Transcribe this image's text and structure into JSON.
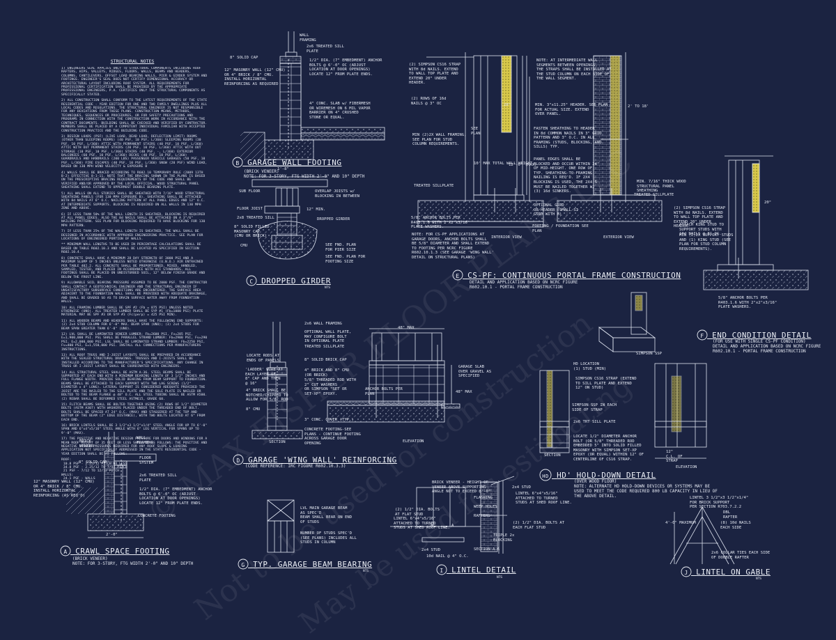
{
  "notes": {
    "title": "STRUCTURAL NOTES",
    "paragraphs": [
      "1) ENGINEERS SEAL APPLIES ONLY TO STRUCTURAL COMPONENTS INCLUDING ROOF RAFTERS, HIPS, VALLEYS, RIDGES, FLOORS, WALLS, BEAMS AND HEADERS, COLUMNS, CANTILEVERS, OFFSET LOAD BEARING WALLS, PIER & GIRDER SYSTEM AND FOOTINGS. ENGINEER'S SEAL DOES NOT CERTIFY DIMENSIONAL ACCURACY OR ARCHITECTURAL LAYOUT INCLUDING ROOF SYSTEM. ALL REQUIREMENTS FOR PROFESSIONAL CERTIFICATION SHALL BE PROVIDED BY THE APPROPRIATE PROFESSIONAL ENGINEERS, P.A. CERTIFIES ONLY THE STRUCTURAL COMPONENTS AS SPECIFICALLY STATED.",
      "2) ALL CONSTRUCTION SHALL CONFORM TO THE LATEST REQUIREMENTS OF THE STATE RESIDENTIAL CODE - YEAR EDITION FOR ONE AND TWO FAMILY DWELLINGS PLUS ALL LOCAL CODES AND REGULATIONS. THE STRUCTURAL ENGINEER IS NOT RESPONSIBLE FOR ANY DEVIATIONS FROM THESE PLANS. CONSTRUCTION MEANS, METHODS, TECHNIQUES, SEQUENCES OR PROCEDURES, OR FOR SAFETY PRECAUTIONS AND PROGRAMS IN CONNECTION WITH THE CONSTRUCTION WORK IN ACCORDANCE WITH THE CONTRACT DOCUMENTS. BUILDING SHALL BE CHECKED AND VERIFIED BY CONTRACTOR. MEMBERS SHALL BE PLACED BY A COMPETENT INDIVIDUAL FAMILIAR WITH ACCEPTED CONSTRUCTION PRACTICE AND THE BUILDING CODE.",
      "3) DESIGN LOADS (PSF) (LIVE LOAD, DEAD LOAD, DEFLECTION LIMIT) ROOMS (OTHER THAN SLEEPING ROOMS) (40 PSF, 10 PSF, L/360) SLEEPING ROOMS (30 PSF, 10 PSF, L/360) ATTIC WITH PERMANENT STAIRS (40 PSF, 10 PSF, L/360) ATTIC WITH OUT PERMANENT STAIRS (20 PSF, 10 PSF, L/360) ATTIC WITH OUT STORAGE (10 PSF, 10 PSF, L/360) STAIRS (40 PSF, -, L/360) EXTERIOR BALCONIES (60 PSF, 10 PSF, L/360) DECKS (40 PSF, 10 PSF, L/360) GUARDRAILS AND HANDRAILS (200 LBS) PASSENGER VEHICLE GARAGES (50 PSF, 10 PSF, L/360) FIRE ESCAPES (40 PSF, 10 PSF, L/360) SNOW (20 PSF) WIND LOAD, BASED ON 130 MPH WIND VELOCITY & EXPOSURE B",
      "4) WALLS SHALL BE BRACED ACCORDING TO R602.10 TEMPORARY RULE (2009 13TH B-2) EFFECTIVE 8-1-11. NOTE THAT THE BRACING SHOWN IN THE PLANS IS BASED ON THE PRESCRIPTIVE BRACING REQUIREMENTS OF THE CODE AND SHALL BE VERIFIED AND/OR APPROVED BY THE LOCAL OFFICIAL. WOOD STRUCTURAL PANEL SHEATHING SHALL EXTEND TO UPPERMOST DOUBLE BEARING PLATE.",
      "5) ALL WALLS ON ALL STORIES SHALL BE SHEATHED WITH 7/16\" WOOD STRUCTURAL SHEATHING PANELS (FOR 130 MPH EXPOSURE B). SHEATHING SHALL BE ATTACHED WITH 8d NAILS AT 6\" O.C. NAILING PATTERN AT ALL PANEL EDGES AND 12\" O.C. AT INTERMEDIATE SUPPORTS. BLOCKING IS REQUIRED ON ALL WALLS IN 130 MPH ZONE AND ABOVE.",
      "6) IF LESS THAN 50% OF THE WALL LENGTH IS SHEATHED, BLOCKING IS REQUIRED AT ALL PANEL EDGES. ALSO THE 8d NAILS SHALL BE ATTACHED ON A 3\"/6\" NAILING PATTERN. SEE PLAN FOR BLOCKING REQUIRED TO HAVE BLOCKING FOR 130 MPH PATTERN.",
      "7) IF LESS THAN 25% OF THE WALL LENGTH IS SHEATHED, THE WALL SHALL BE DESIGNED IN ACCORDANCE WITH APPROVED ENGINEERING PRACTICE. SEE PLAN FOR LOCATIONS OF ENGINEERED PORTION OF WALLS.",
      "** MINIMUM WALL LENGTHS TO BE USED IN PERCENTAGE CALCULATIONS SHALL BE BASED ON TABLE R602.10.3 AND SHALL BE LOCATED AS SPECIFIED IN SECTION R602.10.4.",
      "8) CONCRETE SHALL HAVE A MINIMUM 28 DAY STRENGTH OF 3000 PSI AND A MAXIMUM SLUMP OF 5 INCHES UNLESS NOTED OTHERWISE (U.N.O.) AIR ENTRAINED PER TABLE 402.2. ALL CONCRETE SHALL BE PROPORTIONED, MIXED, HANDLED, SAMPLED, TESTED, AND PLACED IN ACCORDANCE WITH ACI STANDARDS. ALL FOOTINGS SHALL BE PLACED ON UNDISTURBED SOIL, 12\" BELOW FINISH GRADE AND BELOW THE FROST LINE.",
      "9) ALLOWABLE SOIL BEARING PRESSURE ASSUMED TO BE 2000 PSF. THE CONTRACTOR SHALL CONTACT A GEOTECHNICAL ENGINEER AND THE STRUCTURAL ENGINEER IF UNSATISFACTORY SUBSURFACE CONDITIONS ARE ENCOUNTERED. THE SURFACE AREA ADJACENT TO THE FOUNDATION WALL SHALL BE PROVIDED WITH ADEQUATE DRAINAGE, AND SHALL BE GRADED SO AS TO DRAIN SURFACE WATER AWAY FROM FOUNDATION WALLS.",
      "10) ALL FRAMING LUMBER SHALL BE SPF #2 (Fb = 875 PSI) UNLESS NOTED OTHERWISE (UNO). ALL TREATED LUMBER SHALL BE SYP #1 (Fb=1000 PSI) PLATE MATERIAL MAY BE SPF #3 OR SYP #3 (Fc(perp) = 425 PSI MIN).",
      "11) ALL WOODEN BEAMS AND HEADERS SHALL HAVE THE FOLLOWING END SUPPORTS: (2) 2x4 STUD COLUMN FOR 6'-0\" MAX. BEAM SPAN (UNO); (3) 2x4 STUDS FOR BEAM SPAN GREATER THAN 6'-0\" (UNO).",
      "12) LVL SHALL BE LAMINATED VENEER LUMBER: Fb=2600 PSI, Fv=285 PSI, E=1,900,000 PSI. PSL SHALL BE PARALLEL STRAND LUMBER: Fb=2900 PSI, Fv=290 PSI, E=2,000,000 PSI. LSL SHALL BE LAMINATED STRAND LUMBER: Fb=2250 PSI, Fv=400 PSI, E=1,550,000 PSI. INSTALL ALL CONNECTIONS PER MANUFACTURERS INSTRUCTIONS.",
      "13) ALL ROOF TRUSS AND I-JOIST LAYOUTS SHALL BE PREPARED IN ACCORDANCE WITH THE SEALED STRUCTURAL DRAWINGS. TRUSSES AND I-JOISTS SHALL BE INSTALLED ACCORDING TO THE MANUFACTURER'S SPECIFICATIONS. ANY CHANGE IN TRUSS OR I-JOIST LAYOUT SHALL BE COORDINATED WITH ENGINEERS.",
      "14) ALL STRUCTURAL STEEL SHALL BE ASTM A-36. STEEL BEAMS SHALL BE SUPPORTED AT EACH END WITH A MINIMUM BEARING LENGTH OF 3 1/2\" INCHES AND FULL FLANGE WIDTH. PROVIDE SOLID BEARING FROM BEAM SUPPORT TO FOUNDATION. BEAMS SHALL BE ATTACHED TO EACH SUPPORT WITH TWO LAG SCREWS (1/2\" DIAMETER x 4\" LONG). LATERAL SUPPORT IS CONSIDERED ADEQUATE PROVIDED THE JOIST ARE TOE NAILED TO THE SILL PLATE AND THE SOLE PLATE IS NAILED OR BOLTED TO THE BEAM FLANGE @ 48\" O.C. ALL STEEL TUBING SHALL BE ASTM A500. (2) REBAR SHALL BE DEFORMED STEEL ASTM615, GRADE 60.",
      "15) FLITCH BEAMS SHALL BE BOLTED TOGETHER USING (2) ROWS OF 1/2\" DIAMETER BOLTS (ASTM A307) WITH WASHERS PLACED UNDER THE THREADED END OF BOLT. BOLTS SHALL BE SPACED AT 24\" O.C. (MAX) AND STAGGERED AT THE TOP AND BOTTOM OF THE BEAM (2\" EDGE DISTANCE), WITH TWO BOLTS LOCATED AT 6\" FROM EACH END.",
      "16) BRICK LINTELS SHALL BE 3 1/2\"x3 1/2\"x1/4\" STEEL ANGLE FOR UP TO 6'-0\" SPAN AND 6\"x4\"x5/16\" STEEL ANGLE WITH 6\" LEG VERTICAL FOR SPANS UP TO 9'-0\" (MAX).",
      "17) THE POSITIVE AND NEGATIVE DESIGN PRESSURE FOR DOORS AND WINDOWS FOR A MEAN ROOF HEIGHT OF 35 FEET OR LESS SHALL BE AS FOLLOWS: THE POSITIVE AND NEGATIVE DESIGN PRESSURES REQUIRED FOR ANY ROOF SLOPE & LOADING APPLICATION NOT SPECIFICALLY ADDRESSED IN THE STATE RESIDENTIAL CODE - YEAR EDITION SHALL BE AS FOLLOWS:",
      "ROOF:\n 10.8 PSF - 2.25/12 PITCH OR LESS\n 34.8 PSF - 2.25/12 TO 7/12 PITCH\n 21 PSF - 7/12 TO 12/12 PITCH\nWALLS:\n 24.1 PSF - WALLS"
    ]
  },
  "details": {
    "A": {
      "letter": "A",
      "title": "CRAWL SPACE FOOTING",
      "subtitle": "(BRICK VENEER)\nNOTE: FOR 3-STORY, FTG WIDTH 2'-0\" AND 10\" DEPTH",
      "labels": [
        "WALL\nFRAMING",
        "BRICK\nVENEER",
        "FLOOR\nSYSTEM",
        "8\" SOLID CAP",
        "2x6 TREATED SILL\nPLATE",
        "12\" MASONRY WALL (12\" CMU)\nOR 4\" BRICK / 8\" CMU.\nINSTALL HORIZONTAL\nREINFORCING (AS REQ'D)",
        "1/2\" DIA. (7\" EMBEDMENT) ANCHOR\nBOLTS @ 6'-0\" OC (ADJUST\nLOCATION AT DOOR OPENINGS)\nLOCATE 12\" FROM PLATE ENDS.",
        "CONCRETE FOOTING",
        "2'-0\""
      ]
    },
    "B": {
      "letter": "B",
      "title": "GARAGE WALL FOOTING",
      "subtitle": "(BRICK VENEER)\nNOTE: FOR 3-STORY, FTG WIDTH 2'-0\" AND 10\" DEPTH",
      "labels": [
        "WALL\nFRAMING",
        "2x6 TREATED SILL\nPLATE",
        "8\" SOLID CAP",
        "12\" MASONRY WALL (12\" CMU)\nOR 4\" BRICK / 8\" CMU.\nINSTALL HORIZONTAL\nREINFORCING AS REQUIRED",
        "1/2\" DIA. (7\" EMBEDMENT) ANCHOR\nBOLTS @ 6'-0\" OC (ADJUST\nLOCATION AT DOOR OPENINGS)\nLOCATE 12\" FROM PLATE ENDS.",
        "4\" CONC. SLAB w/ FIBERMESH\nOR WIREMESH ON 6 MIL VAPOR\nBARRIER ON 4\" CRUSHED\nSTONE OR EQUAL.",
        "1'-8\""
      ]
    },
    "C": {
      "letter": "C",
      "title": "DROPPED GIRDER",
      "nts": "NTS",
      "labels": [
        "SUB FLOOR",
        "OVERLAP JOISTS w/\nBLOCKING IN BETWEEN",
        "FLOOR JOIST",
        "2x8 TREATED SILL",
        "DROPPED GIRDER",
        "8\" SOLID FILLED\nMASONRY CAP\n(CMU OR BRICK)",
        "CMU",
        "SEE FND. PLAN\nFOR PIER SIZE",
        "SEE FND. PLAN FOR\nFOOTING SIZE",
        "12\" MIN."
      ]
    },
    "D": {
      "letter": "D",
      "title": "GARAGE 'WING WALL' REINFORCING",
      "subtitle": "(CODE REFERENCE: IRC FIGURE R602.10.3.3)",
      "labels": [
        "2x6 WALL FRAMING",
        "OPTIONAL WALL PLATE,\nMAY CONFIGURE BOLT\nIN OPTIONAL PLATE",
        "TREATED SILLPLATE",
        "8\" SOLID BRICK CAP",
        "4\" BRICK AND 8\" CMU\n(OR BRICK)",
        "LOCATE RODS AT\nENDS OF PANELS",
        "'LADDER' WIRE AT\nEACH LAYER OF\n8\" CAP AND THEN\n@ 16\"",
        "4\" BRICK SHALL BE\nNOTCHED/CHIPPED TO\nALLOW FOR 5/8\" ROD",
        "8\" CMU",
        "5/8\" THREADED ROD WITH\n2\" CUT WASHERS\nOR SIMPSON \"SET OR\nSET-XP\" EPOXY.",
        "GARAGE SLAB\nOVER GRAVEL AS\nSPECIFIED",
        "ANCHOR BOLTS PER\nPLAN",
        "3\" CONC. COVER (TYP.)",
        "CONCRETE FOOTING-SEE\nPLANS - CONTINUE FOOTING\nACROSS GARAGE DOOR\nOPENING",
        "48\" MAX",
        "48\" MAX",
        "SECTION",
        "ELEVATION"
      ]
    },
    "E": {
      "letter": "E",
      "title": "CS-PF: CONTINUOUS PORTAL FRAME CONSTRUCTION",
      "subtitle": "DETAIL AND APPLICATION BASED ON NCRC FIGURE\nR602.10.1 - PORTAL FRAME CONSTRUCTION",
      "labels": [
        "(2) SIMPSON CS16 STRAP\nWITH 8d NAILS. EXTEND\nTO WALL TOP PLATE AND\nEXTEND 20\" UNDER\nHEADER.",
        "(2) ROWS OF 16d\nNAILS @ 3\" OC",
        "MIN (2)2X WALL FRAMING,\nSEE PLAN FOR STUD\nCOLUMN REQUIREMENTS.",
        "TREATED SILLPLATE",
        "5/8\" ANCHOR BOLTS PER\nR403.1.6 WITH 2\"x2\"x3/16\"\nPLATE WASHERS.",
        "NOTE: FOR CS-PF APPLICATIONS AT\nGARAGE DOORS, ANCHOR BOLTS SHALL\nBE 5/8\" DIAMETER AND SHALL EXTEND\nTO FOOTING PER NCRC FIGURE\nR602.10.1.3 (SEE GARAGE 'WING WALL'\nDETAIL ON STRUCTURAL PLANS)",
        "NOTE: AT INTERMEDIATE WALL\nSEGMENTS BETWEEN OPENINGS,\nTHE STRAPS SHALL BE INSTALLED AT\nTHE STUD COLUMN ON EACH SIDE OF\nTHE WALL SEGMENT.",
        "MIN. 3\"x11.25\" HEADER. SEE PLAN\nFOR ACTUAL SIZE. EXTEND\nOVER PANEL.",
        "FASTEN SHEATHING TO HEADER\nIN 8d COMMON NAILS IN 3\" GRID\nPATTERN AND 3\" O.C. IN ALL\nFRAMING (STUDS, BLOCKING, AND\nSILLS) TYP.",
        "PANEL EDGES SHALL BE\nBLOCKED AND OCCUR WITHIN 24\"\nOF MID-HEIGHT. ONE ROW OF\nTYP. SHEATHING-TO-FRAMING\nNAILING IS REQ'D. IF 2X4\nBLOCKING IS USED, THE 2X4'S\nMUST BE NAILED TOGETHER W/\n(3) 16d SINKERS.",
        "MIN. 7/16\" THICK WOOD\nSTRUCTURAL PANEL\nSHEATHING",
        "TREATED SILLPLATE",
        "OPTIONAL GIRD\nOR HEADER (SMALL SI\nGIRD WITH B)",
        "FOOTING / FOUNDATION SEE\nPLAN",
        "INTERIOR VIEW",
        "EXTERIOR VIEW",
        "2' TO 18'",
        "SEE\nPLAN",
        "20\"",
        "12'-0\" (MAX)",
        "10' MAX TOTAL WALL HEIGHT"
      ]
    },
    "F": {
      "letter": "F",
      "title": "END CONDITION DETAIL",
      "subtitle": "(FOR USE WITH SINGLE CS-PF CONDITION)\nDETAIL AND APPLICATION BASED ON NCRC FIGURE\nR602.10.1 - PORTAL FRAME CONSTRUCTION",
      "labels": [
        "(2) SIMPSON CS16 STRAP\nWITH 8d NAILS. EXTEND\nTO WALL TOP PLATE AND\nEXTEND 20\" UNDER\nHEADER.",
        "ATTACH KING STUD TO\nSUPPORT STUDS WITH\n10d NAILS @ 8\" OC.",
        "MIN (2)2X SUPPORT STUDS\nAND (1) KING STUD (SEE\nPLAN FOR STUD COLUMN\nREQUIREMENTS).",
        "5/8\" ANCHOR BOLTS PER\nR403.1.6 WITH 2\"x2\"x3/16\"\nPLATE WASHERS.",
        "20\""
      ]
    },
    "G": {
      "letter": "G",
      "title": "TYP. GARAGE BEAM BEARING",
      "nts": "NTS",
      "labels": [
        "LVL MAIN GARAGE BEAM\nAS SPEC'D",
        "BEAM SHALL BEAR ON END\nOF STUDS",
        "NUMBER OF STUDS SPEC'D\n(SEE PLANS) INCLUDES ALL\nSTUDS IN COLUMN"
      ]
    },
    "H": {
      "letter": "HD",
      "title": "HD' HOLD-DOWN DETAIL",
      "subtitle": "(OVER WOOD FLOOR)\nNOTE: ALTERNATE HD HOLD-DOWN DEVICES OR SYSTEMS MAY BE\nUSED TO MEET THE CODE REQUIRED 800 LB CAPACITY IN LIEU OF\nTHE ABOVE DETAIL.",
      "labels": [
        "SIMPSON SSP",
        "HD LOCATION\n(1) STUD (MIN)",
        "SIMPSON CS16 STRAP (EXTEND\nTO SILL PLATE AND EXTEND\n12\" ON STUD)",
        "SIMPSON SSP IN EACH\nSIDE OF STRAP",
        "2x6 TRT SILL PLATE",
        "LOCATE 1/2\" DIAMETER ANCHOR\nBOLT (OR 5/8\" THREADED ROD\nEMBEDDED 5\" INTO SOLID FILLED\nMASONRY WITH SIMPSON SET-XP\nEPOXY (OR EQUAL) WITHIN 12\" OF\nCENTERLINE OF CS16 STRAP.",
        "12\"\nC.L. OF\nSTRAP",
        "SECTION",
        "ELEVATION"
      ]
    },
    "I": {
      "letter": "I",
      "title": "LINTEL DETAIL",
      "nts": "NTS",
      "labels": [
        "BRICK VENEER - HEIGHT OF\nVENEER ABOVE SUPPORTING\nANGLE NOT TO EXCEED 8'-0\"",
        "2x4 STUD",
        "FLASHING",
        "LINTEL 6\"x4\"x5/16\"\nATTACHED TO TURNED\nSTUDS AT SHED ROOF LINE.",
        "WEEP HOLES",
        "RAFTERS",
        "(2) 1/2\" DIA. BOLTS\nAT FLAT STUD",
        "LINTEL 6\"x4\"x5/16\"\nATTACHED TO TURNED\nSTUDS AT SHED ROOF LINE.",
        "(2) 1/2\" DIA. BOLTS AT\nEACH FLAT STUD",
        "TRIPLE 2x\nBLOCKING",
        "2x4 STUD",
        "10d NAIL @ 4\" O.C.",
        "SECTION A-A",
        "A",
        "A"
      ]
    },
    "J": {
      "letter": "J",
      "title": "LINTEL ON GABLE",
      "nts": "NTS",
      "labels": [
        "LINTEL 3 1/2\"x3 1/2\"x1/4\"\nFOR BRICK SUPPORT\nPER SECTION R703.7.2.2",
        "DBL\nRAFTER",
        "(8) 10d NAILS\nEACH SIDE",
        "2x6 COLLAR TIES EACH SIDE\nOF DOUBLE RAFTER",
        "4'-0\" MAXIMUM"
      ]
    }
  },
  "watermark": [
    "© MAX FISHER FLOOR PLANS LLC",
    "Not to be used for construction",
    "May be used for estimating"
  ]
}
